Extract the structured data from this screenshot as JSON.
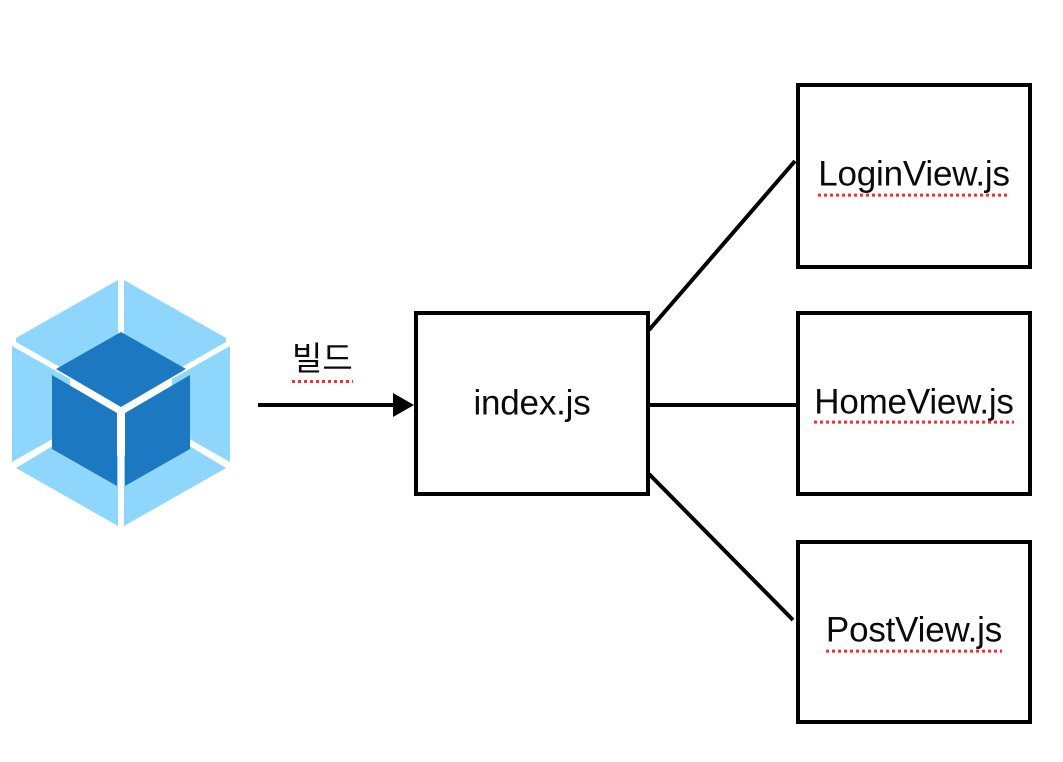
{
  "diagram": {
    "title": "webpack build output diagram",
    "background_color": "#ffffff",
    "line_color": "#000000",
    "spellcheck_underline_color": "#ff2a2a",
    "logo": {
      "name": "webpack-logo",
      "light_blue": "#8ed6fb",
      "dark_blue": "#1c78c0",
      "gap_color": "#ffffff"
    },
    "arrow": {
      "label": "빌드",
      "spellchecked": true,
      "direction": "right"
    },
    "source_node": {
      "label": "index.js",
      "spellchecked": false
    },
    "output_nodes": [
      {
        "label": "LoginView.js",
        "spellchecked": true
      },
      {
        "label": "HomeView.js",
        "spellchecked": true
      },
      {
        "label": "PostView.js",
        "spellchecked": true
      }
    ]
  }
}
